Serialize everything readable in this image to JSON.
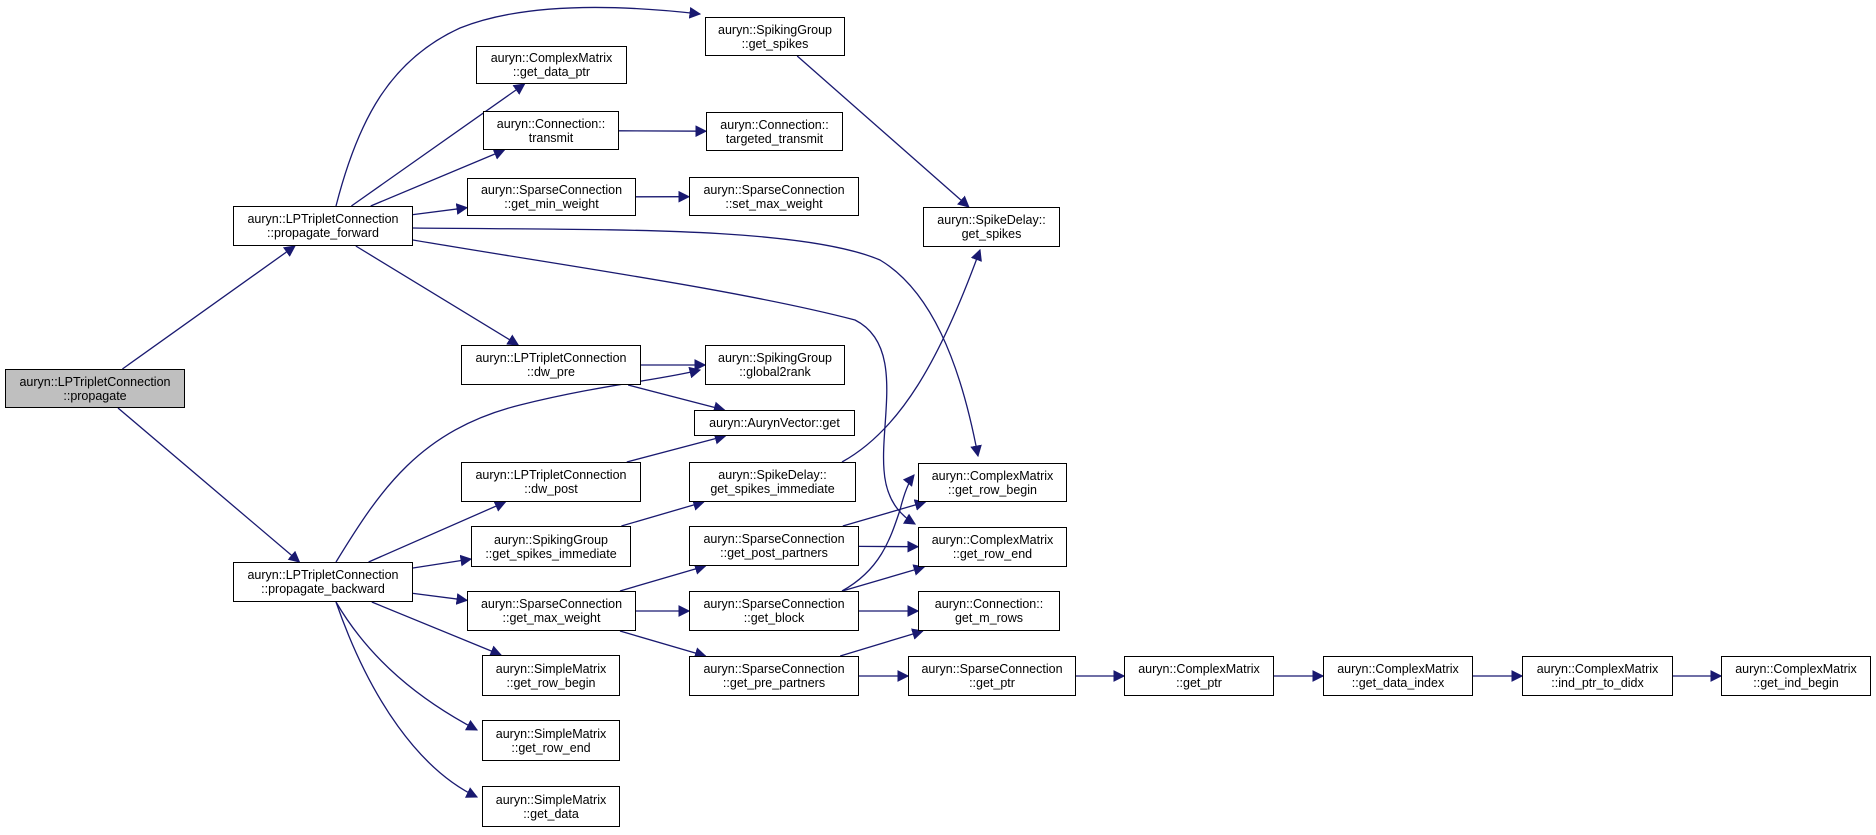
{
  "colors": {
    "edge": "#191970",
    "root_fill": "#bfbfbf",
    "node_fill": "#ffffff",
    "border": "#000000"
  },
  "nodes": [
    {
      "id": "propagate",
      "root": true,
      "lines": [
        "auryn::LPTripletConnection",
        "::propagate"
      ]
    },
    {
      "id": "propagate_forward",
      "lines": [
        "auryn::LPTripletConnection",
        "::propagate_forward"
      ]
    },
    {
      "id": "propagate_backward",
      "lines": [
        "auryn::LPTripletConnection",
        "::propagate_backward"
      ]
    },
    {
      "id": "sg_get_spikes",
      "lines": [
        "auryn::SpikingGroup",
        "::get_spikes"
      ]
    },
    {
      "id": "cm_get_data_ptr",
      "lines": [
        "auryn::ComplexMatrix",
        "::get_data_ptr"
      ]
    },
    {
      "id": "conn_transmit",
      "lines": [
        "auryn::Connection::",
        "transmit"
      ]
    },
    {
      "id": "conn_targeted_transmit",
      "lines": [
        "auryn::Connection::",
        "targeted_transmit"
      ]
    },
    {
      "id": "sc_get_min_weight",
      "lines": [
        "auryn::SparseConnection",
        "::get_min_weight"
      ]
    },
    {
      "id": "sc_set_max_weight",
      "lines": [
        "auryn::SparseConnection",
        "::set_max_weight"
      ]
    },
    {
      "id": "sd_get_spikes",
      "lines": [
        "auryn::SpikeDelay::",
        "get_spikes"
      ]
    },
    {
      "id": "lp_dw_pre",
      "lines": [
        "auryn::LPTripletConnection",
        "::dw_pre"
      ]
    },
    {
      "id": "sg_global2rank",
      "lines": [
        "auryn::SpikingGroup",
        "::global2rank"
      ]
    },
    {
      "id": "av_get",
      "lines": [
        "auryn::AurynVector::get"
      ]
    },
    {
      "id": "lp_dw_post",
      "lines": [
        "auryn::LPTripletConnection",
        "::dw_post"
      ]
    },
    {
      "id": "sd_get_spikes_immediate",
      "lines": [
        "auryn::SpikeDelay::",
        "get_spikes_immediate"
      ]
    },
    {
      "id": "cm_get_row_begin",
      "lines": [
        "auryn::ComplexMatrix",
        "::get_row_begin"
      ]
    },
    {
      "id": "sg_get_spikes_immediate",
      "lines": [
        "auryn::SpikingGroup",
        "::get_spikes_immediate"
      ]
    },
    {
      "id": "sc_get_post_partners",
      "lines": [
        "auryn::SparseConnection",
        "::get_post_partners"
      ]
    },
    {
      "id": "cm_get_row_end",
      "lines": [
        "auryn::ComplexMatrix",
        "::get_row_end"
      ]
    },
    {
      "id": "sc_get_max_weight",
      "lines": [
        "auryn::SparseConnection",
        "::get_max_weight"
      ]
    },
    {
      "id": "sc_get_block",
      "lines": [
        "auryn::SparseConnection",
        "::get_block"
      ]
    },
    {
      "id": "conn_get_m_rows",
      "lines": [
        "auryn::Connection::",
        "get_m_rows"
      ]
    },
    {
      "id": "sm_get_row_begin",
      "lines": [
        "auryn::SimpleMatrix",
        "::get_row_begin"
      ]
    },
    {
      "id": "sc_get_pre_partners",
      "lines": [
        "auryn::SparseConnection",
        "::get_pre_partners"
      ]
    },
    {
      "id": "sc_get_ptr",
      "lines": [
        "auryn::SparseConnection",
        "::get_ptr"
      ]
    },
    {
      "id": "cm_get_ptr",
      "lines": [
        "auryn::ComplexMatrix",
        "::get_ptr"
      ]
    },
    {
      "id": "cm_get_data_index",
      "lines": [
        "auryn::ComplexMatrix",
        "::get_data_index"
      ]
    },
    {
      "id": "cm_ind_ptr_to_didx",
      "lines": [
        "auryn::ComplexMatrix",
        "::ind_ptr_to_didx"
      ]
    },
    {
      "id": "cm_get_ind_begin",
      "lines": [
        "auryn::ComplexMatrix",
        "::get_ind_begin"
      ]
    },
    {
      "id": "sm_get_row_end",
      "lines": [
        "auryn::SimpleMatrix",
        "::get_row_end"
      ]
    },
    {
      "id": "sm_get_data",
      "lines": [
        "auryn::SimpleMatrix",
        "::get_data"
      ]
    }
  ],
  "edges": [
    [
      "propagate",
      "propagate_forward"
    ],
    [
      "propagate",
      "propagate_backward"
    ],
    [
      "propagate_forward",
      "sg_get_spikes"
    ],
    [
      "propagate_forward",
      "cm_get_data_ptr"
    ],
    [
      "propagate_forward",
      "conn_transmit"
    ],
    [
      "propagate_forward",
      "sc_get_min_weight"
    ],
    [
      "propagate_forward",
      "lp_dw_pre"
    ],
    [
      "propagate_forward",
      "cm_get_row_begin"
    ],
    [
      "propagate_forward",
      "cm_get_row_end"
    ],
    [
      "conn_transmit",
      "conn_targeted_transmit"
    ],
    [
      "sc_get_min_weight",
      "sc_set_max_weight"
    ],
    [
      "sg_get_spikes",
      "sd_get_spikes"
    ],
    [
      "lp_dw_pre",
      "sg_global2rank"
    ],
    [
      "lp_dw_pre",
      "av_get"
    ],
    [
      "propagate_backward",
      "sg_global2rank"
    ],
    [
      "propagate_backward",
      "lp_dw_post"
    ],
    [
      "propagate_backward",
      "sg_get_spikes_immediate"
    ],
    [
      "propagate_backward",
      "sc_get_max_weight"
    ],
    [
      "propagate_backward",
      "sm_get_row_begin"
    ],
    [
      "propagate_backward",
      "sm_get_row_end"
    ],
    [
      "propagate_backward",
      "sm_get_data"
    ],
    [
      "lp_dw_post",
      "av_get"
    ],
    [
      "sg_get_spikes_immediate",
      "sd_get_spikes_immediate"
    ],
    [
      "sd_get_spikes_immediate",
      "sd_get_spikes"
    ],
    [
      "sc_get_max_weight",
      "sc_get_post_partners"
    ],
    [
      "sc_get_max_weight",
      "sc_get_block"
    ],
    [
      "sc_get_max_weight",
      "sc_get_pre_partners"
    ],
    [
      "sc_get_post_partners",
      "cm_get_row_begin"
    ],
    [
      "sc_get_post_partners",
      "cm_get_row_end"
    ],
    [
      "sc_get_block",
      "cm_get_row_begin"
    ],
    [
      "sc_get_block",
      "cm_get_row_end"
    ],
    [
      "sc_get_block",
      "conn_get_m_rows"
    ],
    [
      "sc_get_pre_partners",
      "conn_get_m_rows"
    ],
    [
      "sc_get_pre_partners",
      "sc_get_ptr"
    ],
    [
      "sc_get_ptr",
      "cm_get_ptr"
    ],
    [
      "cm_get_ptr",
      "cm_get_data_index"
    ],
    [
      "cm_get_data_index",
      "cm_ind_ptr_to_didx"
    ],
    [
      "cm_ind_ptr_to_didx",
      "cm_get_ind_begin"
    ]
  ]
}
